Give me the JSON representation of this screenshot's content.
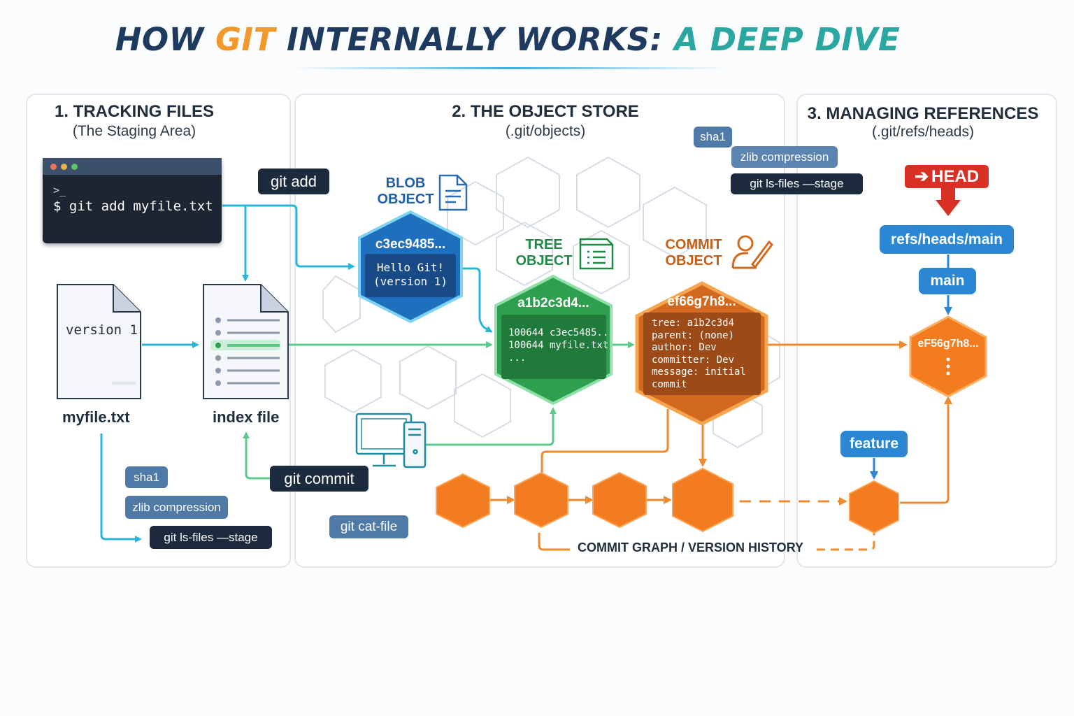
{
  "title": {
    "prefix": "HOW ",
    "git": "GIT",
    "middle": " INTERNALLY WORKS: ",
    "accent": "A DEEP DIVE"
  },
  "panels": [
    {
      "title": "1. TRACKING FILES",
      "subtitle": "(The Staging Area)"
    },
    {
      "title": "2. THE OBJECT STORE",
      "subtitle": "(.git/objects)"
    },
    {
      "title": "3. MANAGING REFERENCES",
      "subtitle": "(.git/refs/heads)"
    }
  ],
  "terminal": {
    "prompt": ">_",
    "command": "$ git add myfile.txt"
  },
  "files": {
    "working_file_text": "version 1",
    "working_file_label": "myfile.txt",
    "index_label": "index file"
  },
  "commands": {
    "git_add": "git add",
    "git_commit": "git commit",
    "git_cat_file": "git cat-file",
    "sha1": "sha1",
    "zlib": "zlib compression",
    "ls_files": "git ls-files —stage"
  },
  "objects": {
    "blob": {
      "label_line1": "BLOB",
      "label_line2": "OBJECT",
      "hash": "c3ec9485...",
      "body": "Hello Git!\n(version 1)"
    },
    "tree": {
      "label_line1": "TREE",
      "label_line2": "OBJECT",
      "hash": "a1b2c3d4...",
      "body": "100644 c3ec5485..\n100644 myfile.txt\n...",
      "hash_left_of_body": ""
    },
    "commit": {
      "label_line1": "COMMIT",
      "label_line2": "OBJECT",
      "hash": "ef66g7h8...",
      "body": "tree: a1b2c3d4\nparent: (none)\nauthor: Dev\ncommitter: Dev\nmessage: initial\ncommit"
    }
  },
  "graph_label": "COMMIT GRAPH / VERSION HISTORY",
  "refs": {
    "head": "HEAD",
    "main_ref": "refs/heads/main",
    "main": "main",
    "feature": "feature",
    "tip_hash": "eF56g7h8..."
  },
  "colors": {
    "blob": "#1f6fbf",
    "tree": "#2e9e4f",
    "commit": "#d2691e",
    "hex_orange": "#f47c20",
    "cyan_arrow": "#29b5d8",
    "green_arrow": "#5bc98a",
    "orange_arrow": "#ee8a2f",
    "ref_blue": "#2b86d4",
    "head_red": "#d93025"
  },
  "icons": [
    "terminal-icon",
    "document-icon",
    "document-list-icon",
    "person-edit-icon",
    "computer-icon",
    "arrow-right-icon"
  ]
}
